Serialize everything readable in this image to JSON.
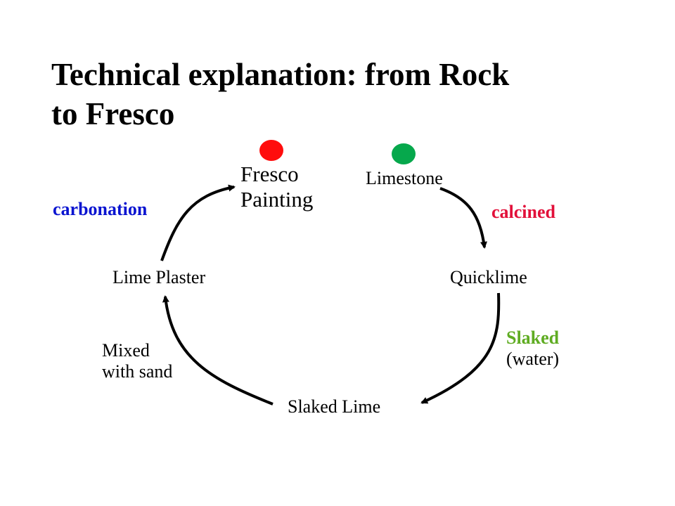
{
  "slide": {
    "title_line1": "Technical explanation: from Rock",
    "title_line2": "to Fresco"
  },
  "nodes": {
    "fresco_line1": "Fresco",
    "fresco_line2": "Painting",
    "limestone": "Limestone",
    "quicklime": "Quicklime",
    "slaked_lime": "Slaked Lime",
    "lime_plaster": "Lime Plaster"
  },
  "processes": {
    "calcined": "calcined",
    "slaked": "Slaked",
    "slaked_note": "(water)",
    "mixed_line1": "Mixed",
    "mixed_line2": "with sand",
    "carbonation": "carbonation"
  },
  "markers": {
    "end_dot": "red-dot",
    "start_dot": "green-dot"
  },
  "colors": {
    "end_dot": "#ff0d0d",
    "start_dot": "#06a84c",
    "carbonation": "#0a14d0",
    "calcined": "#e2103a",
    "slaked": "#5fac22",
    "arrow": "#000000"
  }
}
